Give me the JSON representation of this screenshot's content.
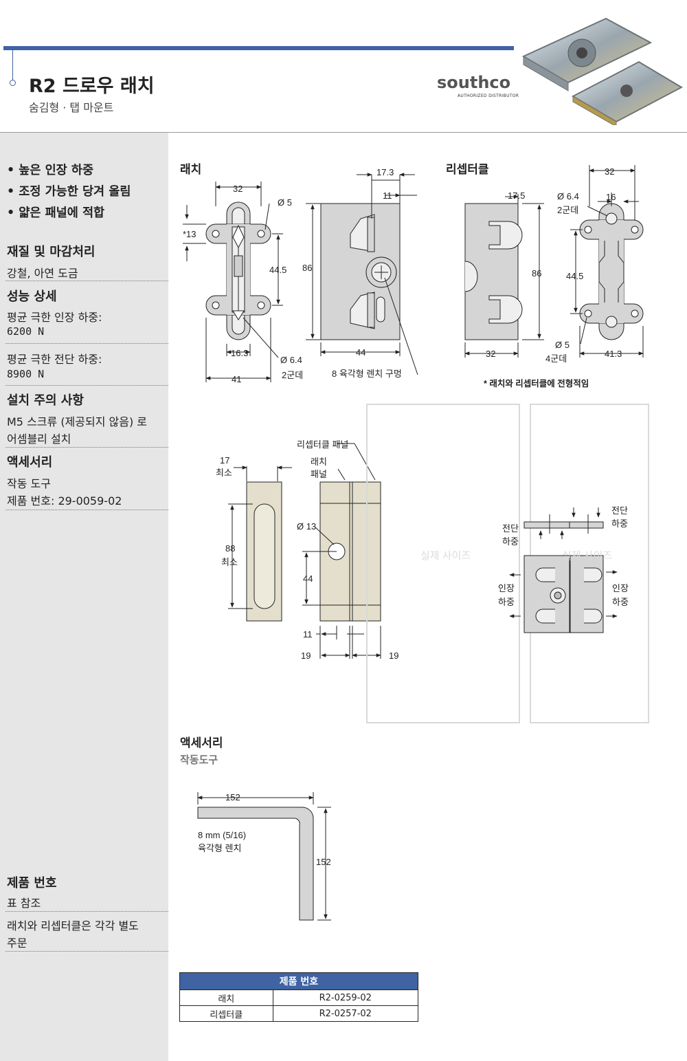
{
  "header": {
    "title": "R2 드로우 래치",
    "subtitle": "숨김형 · 탭 마운트",
    "brand": "southco",
    "brand_sub": "AUTHORIZED DISTRIBUTOR"
  },
  "sidebar": {
    "features": [
      "• 높은 인장 하중",
      "• 조정 가능한 당겨 올림",
      "• 얇은 패널에 적합"
    ],
    "material_heading": "재질 및 마감처리",
    "material_text": "강철, 아연 도금",
    "performance_heading": "성능 상세",
    "tensile_label": "평균 극한 인장 하중:",
    "tensile_value": "6200 N",
    "shear_label": "평균 극한 전단 하중:",
    "shear_value": "8900 N",
    "install_heading": "설치 주의 사항",
    "install_line1": "M5 스크류 (제공되지 않음) 로",
    "install_line2": "어셈블리 설치",
    "accessory_heading": "액세서리",
    "accessory_line1": "작동 도구",
    "accessory_line2": "제품 번호: 29-0059-02",
    "partno_heading": "제품 번호",
    "partno_line1": "표 참조",
    "partno_line2": "래치와 리셉터클은 각각 별도",
    "partno_line3": "주문"
  },
  "drawings": {
    "latch_heading": "래치",
    "receptacle_heading": "리셉터클",
    "typical_note": "* 래치와 리셉터클에 전형적임",
    "hex_hole_note": "8 육각형 렌치 구멍",
    "latch_dims": {
      "d32": "32",
      "d5": "Ø 5",
      "d13": "*13",
      "d445": "44.5",
      "d163": "16.3",
      "d64": "Ø 6.4",
      "two_places": "2군데",
      "d41": "41"
    },
    "latch_side_dims": {
      "d173": "17.3",
      "d11": "11",
      "d86": "86",
      "d44": "44"
    },
    "recept_dims": {
      "d175": "17.5",
      "d86": "86",
      "d32": "32",
      "d32b": "32",
      "d64": "Ø 6.4",
      "two_places": "2군데",
      "d16": "16",
      "d445": "44.5",
      "d5": "Ø 5",
      "four_places": "4군데",
      "d413": "41.3"
    },
    "panel": {
      "recept_panel": "리셉터클 패널",
      "latch_panel_1": "래치",
      "latch_panel_2": "패널",
      "d17": "17",
      "min1": "최소",
      "d88": "88",
      "min2": "최소",
      "d13": "Ø 13",
      "d44": "44",
      "d11": "11",
      "d19a": "19",
      "d19b": "19"
    },
    "load": {
      "watermark1": "실제 사이즈",
      "watermark2": "실제 사이즈",
      "shear_l1": "전단",
      "shear_l2": "하중",
      "shear_r1": "전단",
      "shear_r2": "하중",
      "tensile_l1": "인장",
      "tensile_l2": "하중",
      "tensile_r1": "인장",
      "tensile_r2": "하중"
    },
    "accessory_heading": "액세서리",
    "accessory_sub": "작동도구",
    "wrench": {
      "d152a": "152",
      "d152b": "152",
      "size": "8 mm (5/16)",
      "name": "육각형 렌치"
    }
  },
  "table": {
    "header": "제품 번호",
    "rows": [
      {
        "name": "래치",
        "code": "R2-0259-02"
      },
      {
        "name": "리셉터클",
        "code": "R2-0257-02"
      }
    ]
  }
}
